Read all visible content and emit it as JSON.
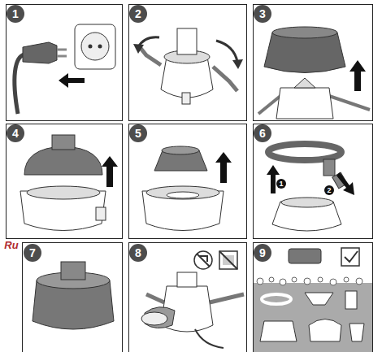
{
  "diagram": {
    "nodes": [
      {
        "text": [
          "1"
        ]
      },
      {
        "text": [
          "2"
        ]
      },
      {
        "text": [
          "3"
        ]
      },
      {
        "text": [
          "4"
        ]
      },
      {
        "text": [
          "5"
        ]
      },
      {
        "text": [
          "6"
        ]
      },
      {
        "text": [
          "7"
        ]
      },
      {
        "text": [
          "8"
        ]
      },
      {
        "text": [
          "9"
        ]
      }
    ],
    "labels": [
      "1",
      "2",
      "Ru"
    ]
  }
}
